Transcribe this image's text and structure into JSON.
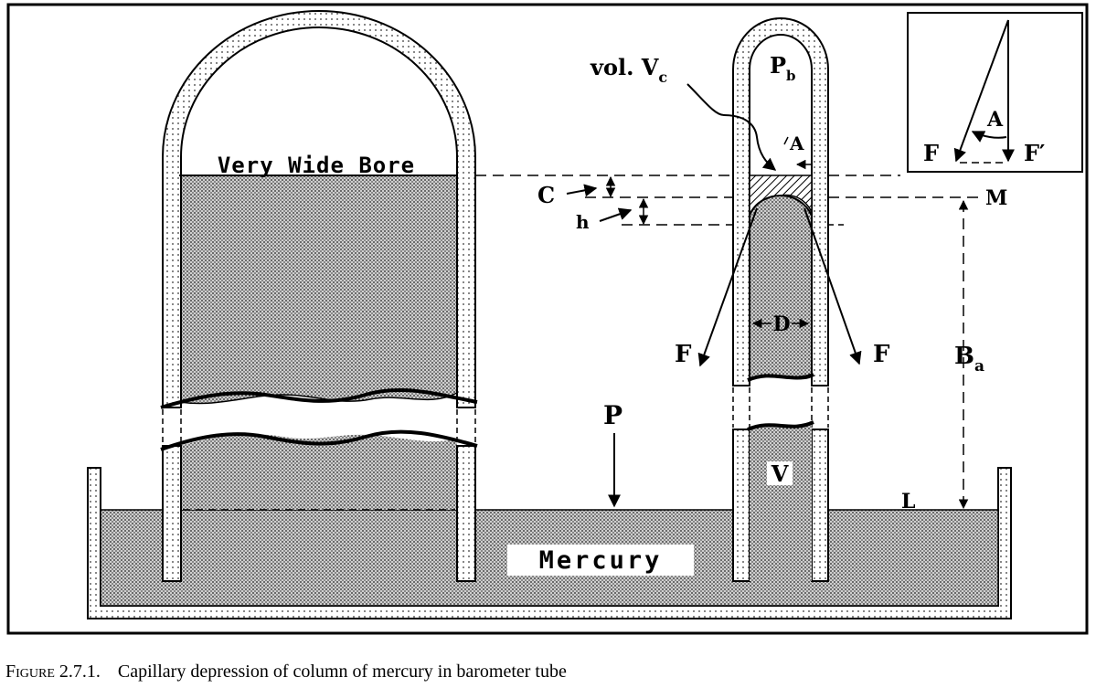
{
  "figure": {
    "label_wide_bore": "Very Wide Bore",
    "label_mercury": "Mercury",
    "label_vol": "vol. V",
    "label_vol_sub": "c",
    "label_pb": "P",
    "label_pb_sub": "b",
    "label_A": "A",
    "label_C": "C",
    "label_h": "h",
    "label_M": "M",
    "label_D": "D",
    "label_F": "F",
    "label_P": "P",
    "label_V": "V",
    "label_L": "L",
    "label_Ba": "B",
    "label_Ba_sub": "a",
    "inset_F": "F",
    "inset_Fprime": "F′",
    "inset_A": "A"
  },
  "caption": {
    "number": "Figure 2.7.1.",
    "text": "Capillary depression of column of mercury in barometer tube"
  }
}
